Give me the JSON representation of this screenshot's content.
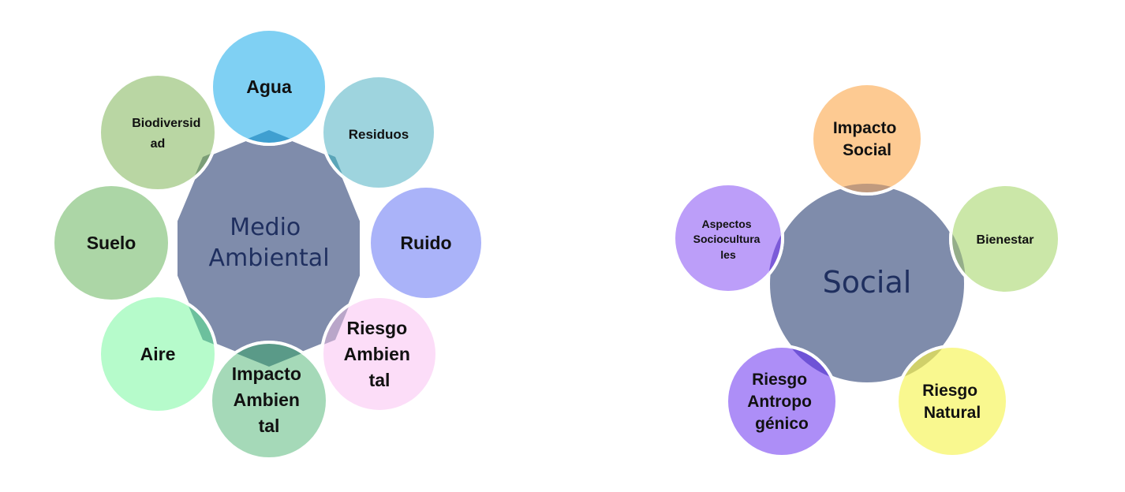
{
  "diagrams": [
    {
      "center": {
        "label_lines": [
          "Medio",
          "Ambiental"
        ],
        "color": "#7f8cab"
      },
      "nodes": [
        {
          "id": "agua",
          "lines": [
            "Agua"
          ],
          "color": "#7fd0f3"
        },
        {
          "id": "residuos",
          "lines": [
            "Residuos"
          ],
          "color": "#9ed4de"
        },
        {
          "id": "ruido",
          "lines": [
            "Ruido"
          ],
          "color": "#aab3f9"
        },
        {
          "id": "riesgo-ambiental",
          "lines": [
            "Riesgo",
            "Ambien",
            "tal"
          ],
          "color": "#fcddf8"
        },
        {
          "id": "impacto-ambiental",
          "lines": [
            "Impacto",
            "Ambien",
            "tal"
          ],
          "color": "#a5d9b8"
        },
        {
          "id": "aire",
          "lines": [
            "Aire"
          ],
          "color": "#b6fbcb"
        },
        {
          "id": "suelo",
          "lines": [
            "Suelo"
          ],
          "color": "#acd6a6"
        },
        {
          "id": "biodiversidad",
          "lines": [
            "Biodiversid",
            "ad"
          ],
          "color": "#b9d6a3"
        }
      ]
    },
    {
      "center": {
        "label_lines": [
          "Social"
        ],
        "color": "#7f8cab"
      },
      "nodes": [
        {
          "id": "impacto-social",
          "lines": [
            "Impacto",
            "Social"
          ],
          "color": "#fdca92"
        },
        {
          "id": "bienestar",
          "lines": [
            "Bienestar"
          ],
          "color": "#cbe7a8"
        },
        {
          "id": "riesgo-natural",
          "lines": [
            "Riesgo",
            "Natural"
          ],
          "color": "#f9f88f"
        },
        {
          "id": "riesgo-antropogenico",
          "lines": [
            "Riesgo",
            "Antropo",
            "génico"
          ],
          "color": "#ad8ef7"
        },
        {
          "id": "aspectos-socioculturales",
          "lines": [
            "Aspectos",
            "Sociocultura",
            "les"
          ],
          "color": "#bc9ef9"
        }
      ]
    }
  ]
}
